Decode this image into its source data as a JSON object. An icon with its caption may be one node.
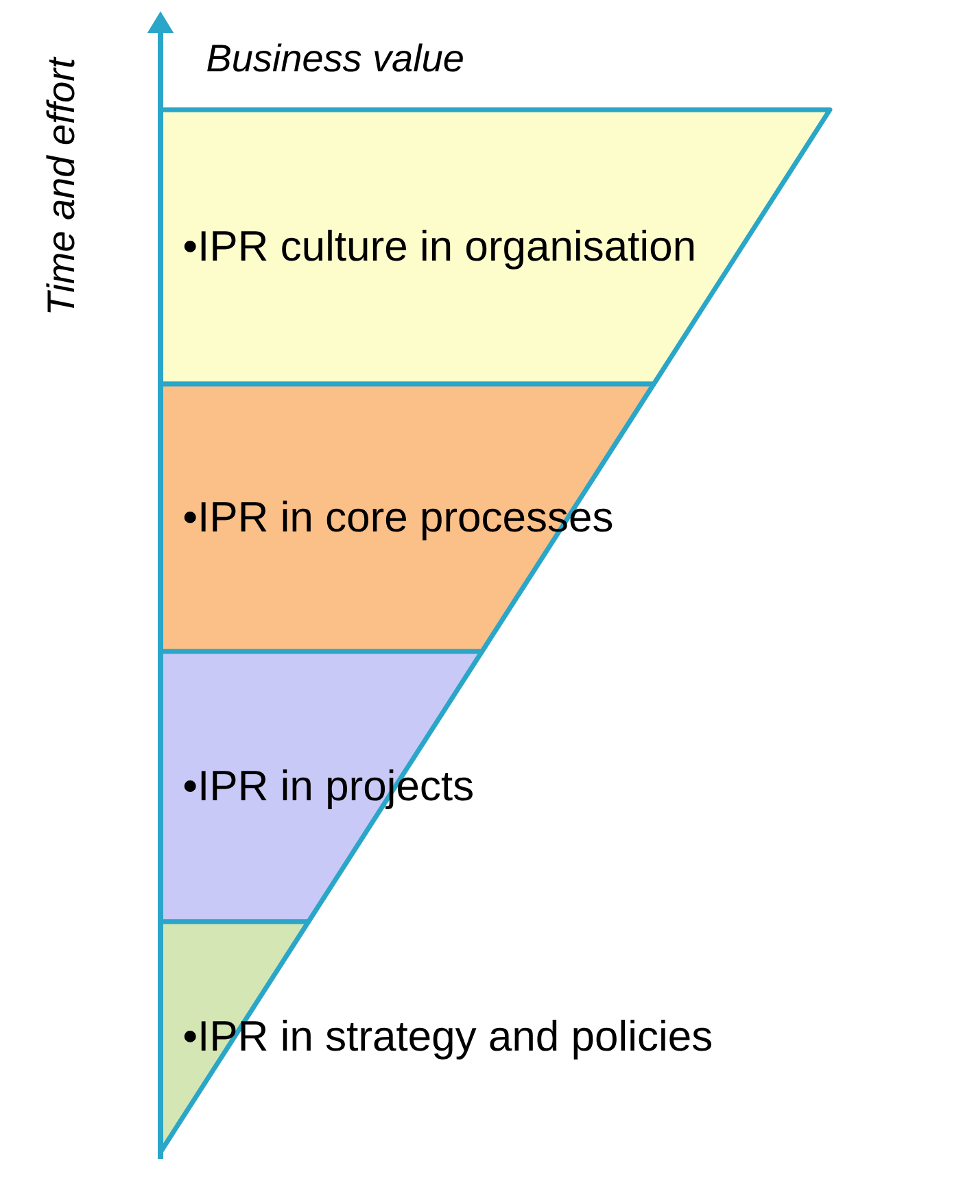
{
  "diagram": {
    "nodes": [
      {
        "text": [
          "•IPR culture in organisation"
        ]
      },
      {
        "text": [
          "•IPR in core processes"
        ]
      },
      {
        "text": [
          "•IPR in projects"
        ]
      },
      {
        "text": [
          "•IPR in strategy and policies"
        ]
      }
    ],
    "labels": [
      "Business value",
      "Time and effort"
    ]
  }
}
